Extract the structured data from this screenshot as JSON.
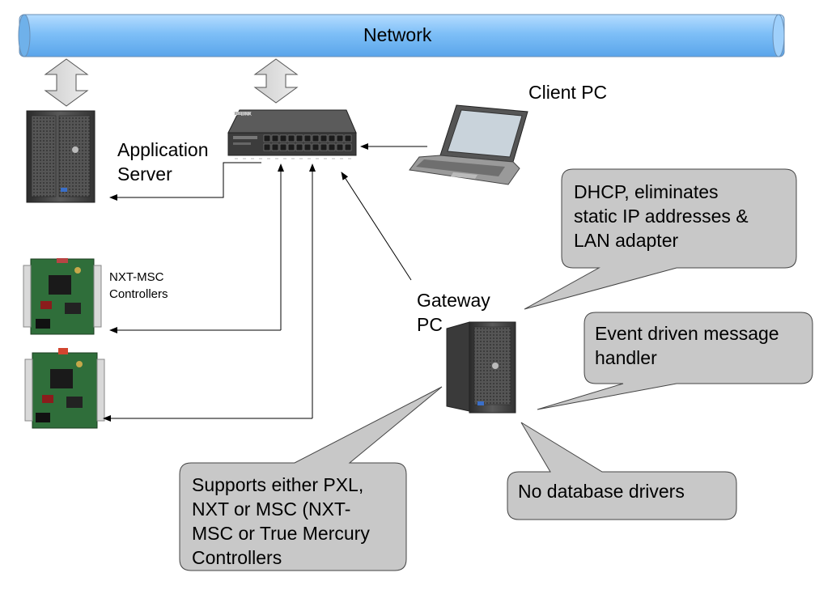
{
  "network": {
    "label": "Network"
  },
  "nodes": {
    "client_pc": "Client PC",
    "application_server": [
      "Application",
      "Server"
    ],
    "controllers": [
      "NXT-MSC",
      "Controllers"
    ],
    "gateway_pc": [
      "Gateway",
      "PC"
    ]
  },
  "callouts": {
    "dhcp": [
      "DHCP, eliminates",
      "static IP addresses &",
      "LAN adapter"
    ],
    "event": [
      "Event driven message",
      "handler"
    ],
    "no_db": [
      "No database drivers"
    ],
    "supports": [
      "Supports either PXL,",
      "NXT or MSC (NXT-",
      "MSC or True Mercury",
      "Controllers"
    ]
  },
  "switch": {
    "brand": "TP-LINK"
  },
  "colors": {
    "network_bar": "#6ab4f5",
    "callout_fill": "#c8c8c8",
    "tower": "#4a4a4a",
    "board": "#2f6e3a"
  }
}
